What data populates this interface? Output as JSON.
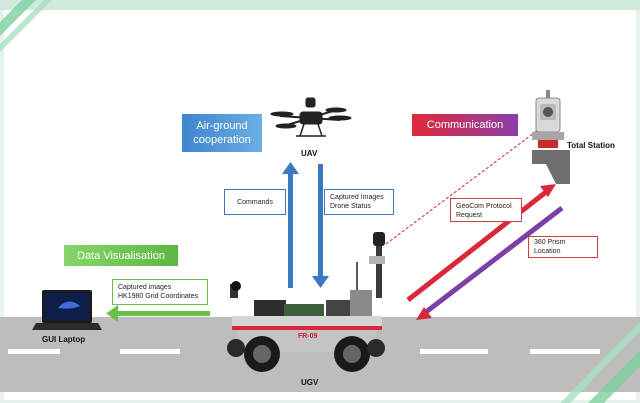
{
  "banners": {
    "air_ground": "Air-ground cooperation",
    "communication": "Communication",
    "data_visualisation": "Data Visualisation"
  },
  "labels": {
    "commands": "Commands",
    "captured_drone": [
      "Captured Images",
      "Drone Status"
    ],
    "geocom": [
      "GeoCom Protocol",
      "Request"
    ],
    "prism": "360 Prism Location",
    "captured_hk": [
      "Captured images",
      "HK1980 Grid Coordinates"
    ]
  },
  "captions": {
    "uav": "UAV",
    "total_station": "Total Station",
    "gui_laptop": "GUI Laptop",
    "ugv": "UGV",
    "robot_brand": "FR-09"
  },
  "colors": {
    "blue_arrow": "#3a78c4",
    "red_arrow": "#d8283a",
    "purple_arrow": "#7b3fa6",
    "green_arrow": "#6cc04a",
    "air_ground_banner": "#4f93d4",
    "communication_banner": "#c83b6a",
    "data_vis_banner": "#6fc24a"
  }
}
